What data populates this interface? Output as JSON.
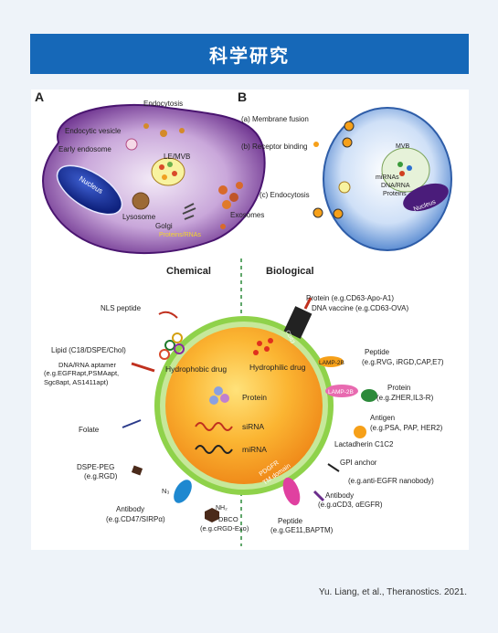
{
  "banner": {
    "title": "科学研究"
  },
  "panel_a": {
    "letter": "A",
    "labels": {
      "endocytosis": "Endocytosis",
      "endocytic_vesicle": "Endocytic vesicle",
      "early_endosome": "Early endosome",
      "le_mvb": "LE/MVB",
      "nucleus": "Nucleus",
      "lysosome": "Lysosome",
      "golgi": "Golgi",
      "exosomes": "Exosomes",
      "proteins_rnas": "Proteins/RNAs"
    }
  },
  "panel_b": {
    "letter": "B",
    "labels": {
      "membrane_fusion": "(a) Membrane fusion",
      "receptor_binding": "(b) Receptor binding",
      "endocytosis": "(c) Endocytosis",
      "mvb": "MVB",
      "mirnas": "miRNAs",
      "dna_rna": "DNA/RNA",
      "proteins": "Proteins",
      "nucleus": "Nucleus"
    }
  },
  "panel_c": {
    "chemical": "Chemical",
    "biological": "Biological",
    "left": {
      "nls": "NLS peptide",
      "lipid": "Lipid (C18/DSPE/Chol)",
      "aptamer_1": "DNA/RNA aptamer",
      "aptamer_2": "(e.g.EGFRapt,PSMAapt,",
      "aptamer_3": "Sgc8apt, AS1411apt)",
      "folate": "Folate",
      "dspe_peg_1": "DSPE-PEG",
      "dspe_peg_2": "(e.g.RGD)",
      "n3": "N₃",
      "antibody_l_1": "Antibody",
      "antibody_l_2": "(e.g.CD47/SIRPα)",
      "dbco_1": "DBCO",
      "dbco_2": "(e.g.cRGD-Exo)",
      "nh2": "NH₂"
    },
    "inner": {
      "hydrophobic": "Hydrophobic drug",
      "hydrophilic": "Hydrophilic drug",
      "protein": "Protein",
      "sirna": "siRNA",
      "mirna": "miRNA"
    },
    "right": {
      "protein_1": "Protein (e.g.CD63-Apo-A1)",
      "protein_2": "DNA vaccine (e.g.CD63-OVA)",
      "cd63": "CD63",
      "lamp2b_1": "LAMP-2B",
      "peptide_1": "Peptide",
      "peptide_2": "(e.g.RVG, iRGD,CAP,E7)",
      "lamp2b_2": "LAMP-2B",
      "protein_r_1": "Protein",
      "protein_r_2": "(e.g.ZHER,IL3-R)",
      "antigen_1": "Antigen",
      "antigen_2": "(e.g.PSA, PAP, HER2)",
      "lactadherin": "Lactadherin C1C2",
      "gpi": "GPI anchor",
      "nanobody": "(e.g.anti-EGFR nanobody)",
      "pdgfr_1": "PDGFR",
      "pdgfr_2": "TM domain",
      "antibody_r_1": "Antibody",
      "antibody_r_2": "(e.g.αCD3, αEGFR)",
      "peptide_r_1": "Peptide",
      "peptide_r_2": "(e.g.GE11,BAPTM)"
    }
  },
  "citation": "Yu. Liang, et al., Theranostics. 2021.",
  "colors": {
    "banner": "#1668b8",
    "cell_purple": "#6a2d8c",
    "cell_blue": "#4a7fd0",
    "exosome_orange": "#f6a019",
    "membrane_green": "#7cc242"
  }
}
